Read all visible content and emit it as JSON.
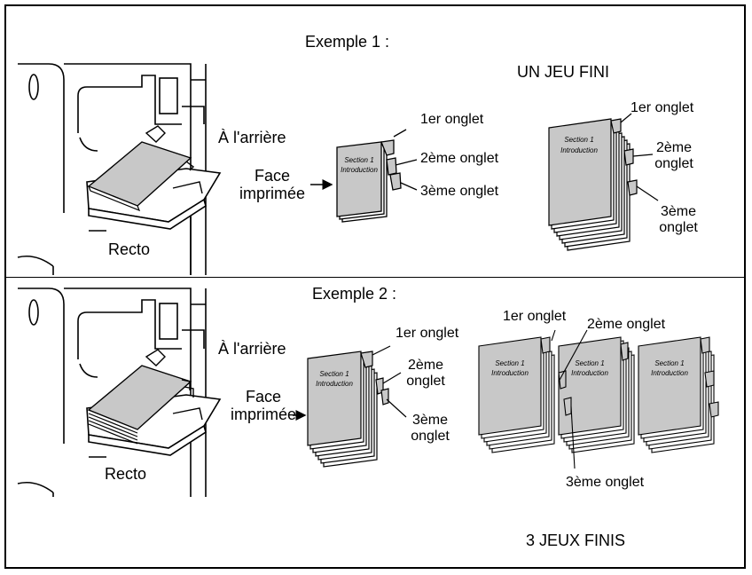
{
  "example1": {
    "heading": "Exemple 1 :",
    "result": "UN JEU FINI",
    "back": "À l'arrière",
    "face_line1": "Face",
    "face_line2": "imprimée",
    "recto": "Recto",
    "tab1": "1er onglet",
    "tab2": "2ème onglet",
    "tab3": "3ème onglet",
    "fin_tab1": "1er onglet",
    "fin_tab2_l1": "2ème",
    "fin_tab2_l2": "onglet",
    "fin_tab3_l1": "3ème",
    "fin_tab3_l2": "onglet",
    "doc_line1": "Section 1",
    "doc_line2": "Introduction"
  },
  "example2": {
    "heading": "Exemple 2 :",
    "result": "3 JEUX FINIS",
    "back": "À l'arrière",
    "face_line1": "Face",
    "face_line2": "imprimée",
    "recto": "Recto",
    "tab1": "1er onglet",
    "tab2_l1": "2ème",
    "tab2_l2": "onglet",
    "tab3_l1": "3ème",
    "tab3_l2": "onglet",
    "fin_tab1": "1er onglet",
    "fin_tab2": "2ème onglet",
    "fin_tab3": "3ème onglet",
    "doc_line1": "Section 1",
    "doc_line2": "Introduction"
  },
  "colors": {
    "paper": "#c8c8c8",
    "ink": "#000000",
    "background": "#ffffff"
  }
}
